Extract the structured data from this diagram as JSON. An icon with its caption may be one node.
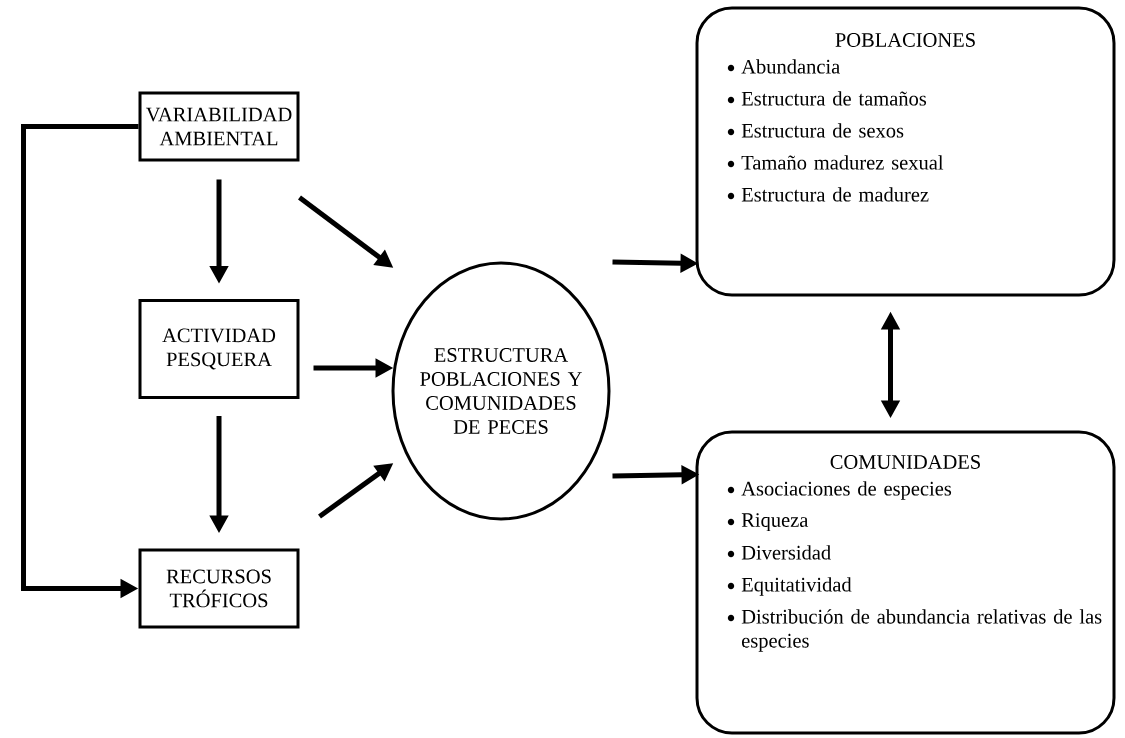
{
  "diagram": {
    "nodes": [
      {
        "text": [
          "VARIABILIDAD AMBIENTAL"
        ]
      },
      {
        "text": [
          "ACTIVIDAD PESQUERA"
        ]
      },
      {
        "text": [
          "RECURSOS TRÓFICOS"
        ]
      },
      {
        "text": [
          "ESTRUCTURA POBLACIONES Y COMUNIDADES DE PECES"
        ]
      },
      {
        "text": [
          "POBLACIONES",
          "Abundancia",
          "Estructura de tamaños",
          "Estructura de sexos",
          "Tamaño madurez sexual",
          "Estructura de madurez"
        ]
      },
      {
        "text": [
          "COMUNIDADES",
          "Asociaciones de especies",
          "Riqueza",
          "Diversidad",
          "Equitatividad",
          "Distribución de abundancia relativas de las especies"
        ]
      }
    ],
    "edges": [
      {
        "from": 0,
        "to": 1,
        "arrow": "to"
      },
      {
        "from": 1,
        "to": 2,
        "arrow": "to"
      },
      {
        "from": 0,
        "to": 2,
        "arrow": "to"
      },
      {
        "from": 0,
        "to": 3,
        "arrow": "to"
      },
      {
        "from": 1,
        "to": 3,
        "arrow": "to"
      },
      {
        "from": 2,
        "to": 3,
        "arrow": "to"
      },
      {
        "from": 3,
        "to": 4,
        "arrow": "to"
      },
      {
        "from": 3,
        "to": 5,
        "arrow": "to"
      },
      {
        "from": 4,
        "to": 5,
        "arrow": "both"
      }
    ]
  }
}
